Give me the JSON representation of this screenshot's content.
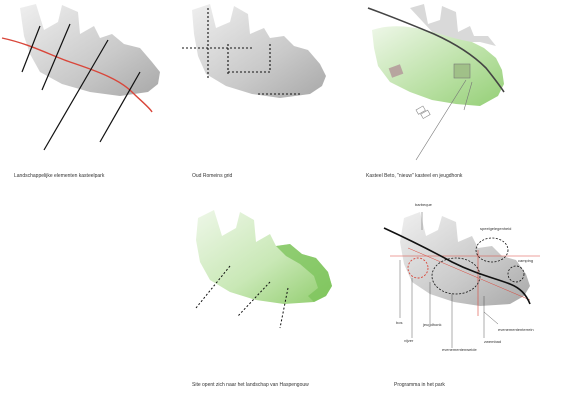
{
  "captions": {
    "p1": "Landschappelijke elementen kasteelpark",
    "p2": "Oud Romeins grid",
    "p3": "Kasteel Betο, \"nieuw\" kasteel en jeugdhonk",
    "p4": "Site opent zich naar het landschap van Haspengouw",
    "p5": "Programma in het park"
  },
  "program_labels": {
    "barbeque": "barbeque",
    "speelgelegenheid": "speelgelegenheid",
    "camping": "camping",
    "bos": "bos",
    "jeugdhonk": "jeugdhonk",
    "vijver": "vijver",
    "evenementenweide": "evenementenweide",
    "zwembad": "zwembad",
    "evenemententerrein": "evenemententerrein"
  },
  "colors": {
    "grey_fill": "#c8c8c8",
    "green_fill": "#b9e0a3",
    "green_edge": "#7bc35a",
    "red_line": "#d9463a",
    "dark_line": "#111111"
  }
}
